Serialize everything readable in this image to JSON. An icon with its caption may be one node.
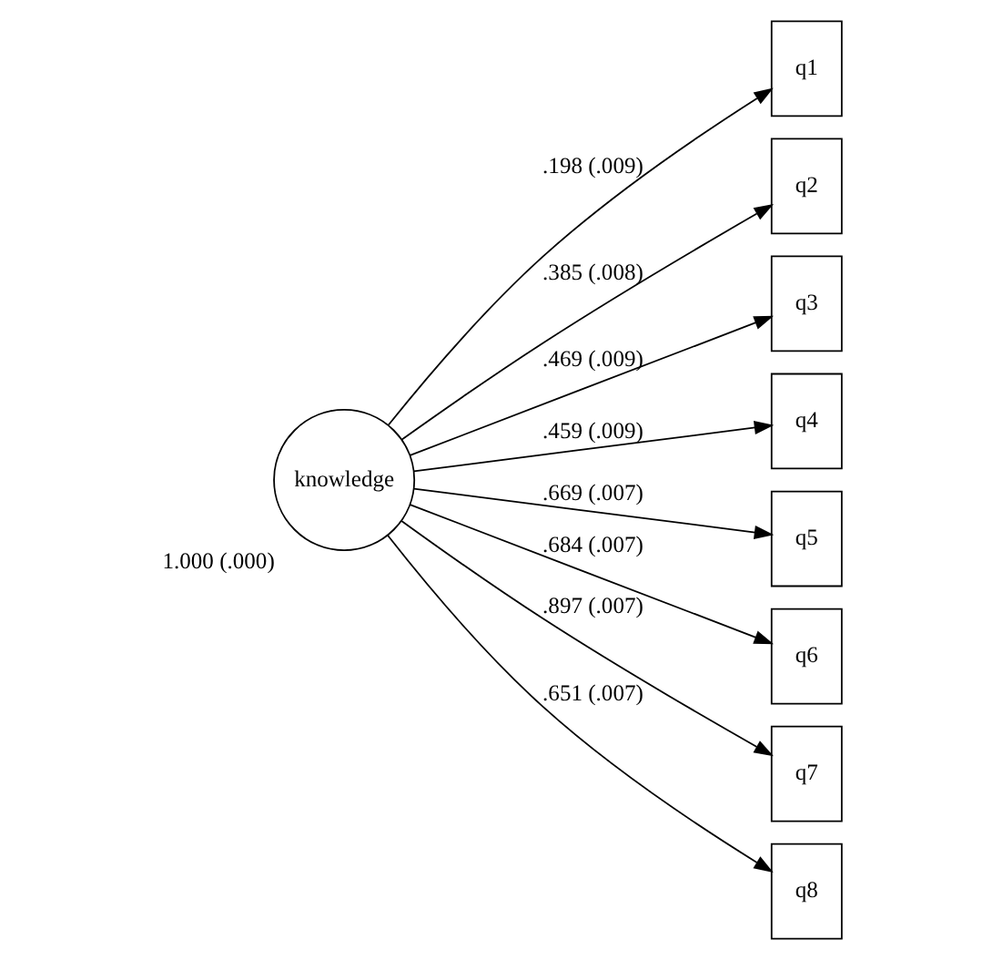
{
  "diagram": {
    "nodes": [
      {
        "text": [
          "knowledge"
        ],
        "beside": [
          "1.000 (.000)"
        ]
      },
      {
        "text": [
          "q1"
        ]
      },
      {
        "text": [
          "q2"
        ]
      },
      {
        "text": [
          "q3"
        ]
      },
      {
        "text": [
          "q4"
        ]
      },
      {
        "text": [
          "q5"
        ]
      },
      {
        "text": [
          "q6"
        ]
      },
      {
        "text": [
          "q7"
        ]
      },
      {
        "text": [
          "q8"
        ]
      }
    ],
    "edges": [
      {
        "from": 0,
        "to": 1,
        "arrow": "to",
        "label": ".198 (.009)"
      },
      {
        "from": 0,
        "to": 2,
        "arrow": "to",
        "label": ".385 (.008)"
      },
      {
        "from": 0,
        "to": 3,
        "arrow": "to",
        "label": ".469 (.009)"
      },
      {
        "from": 0,
        "to": 4,
        "arrow": "to",
        "label": ".459 (.009)"
      },
      {
        "from": 0,
        "to": 5,
        "arrow": "to",
        "label": ".669 (.007)"
      },
      {
        "from": 0,
        "to": 6,
        "arrow": "to",
        "label": ".684 (.007)"
      },
      {
        "from": 0,
        "to": 7,
        "arrow": "to",
        "label": ".897 (.007)"
      },
      {
        "from": 0,
        "to": 8,
        "arrow": "to",
        "label": ".651 (.007)"
      }
    ]
  }
}
